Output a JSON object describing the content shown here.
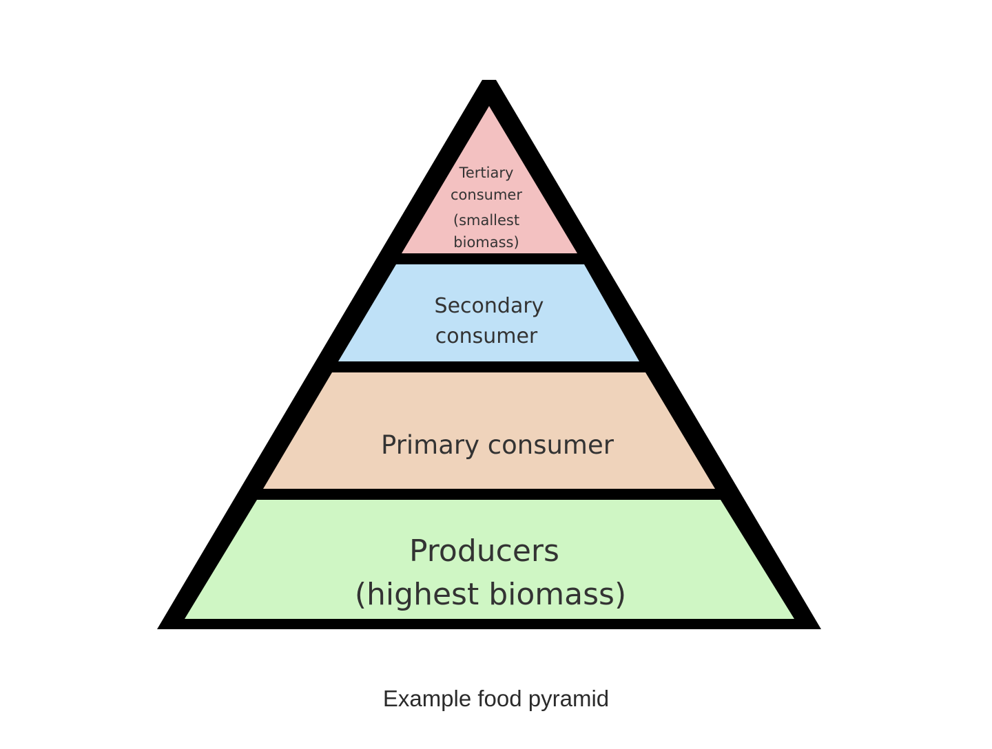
{
  "diagram": {
    "caption": "Example food pyramid",
    "outline_color": "#000000",
    "tiers": [
      {
        "key": "tertiary",
        "lines": [
          "Tertiary",
          "consumer",
          "(smallest",
          "biomass)"
        ],
        "fill": "#f3c1c1"
      },
      {
        "key": "secondary",
        "lines": [
          "Secondary",
          "consumer"
        ],
        "fill": "#bfe1f7"
      },
      {
        "key": "primary",
        "lines": [
          "Primary consumer"
        ],
        "fill": "#efd3bb"
      },
      {
        "key": "producers",
        "lines": [
          "Producers",
          "(highest biomass)"
        ],
        "fill": "#cff6c4"
      }
    ]
  }
}
